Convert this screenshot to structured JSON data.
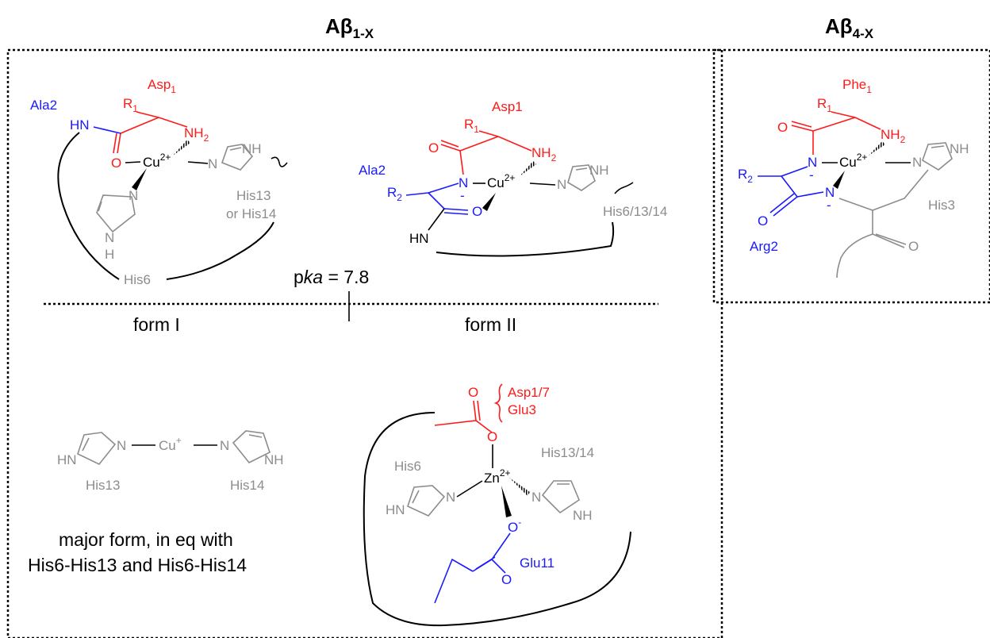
{
  "headings": {
    "left_title": "Aβ",
    "left_sub": "1-X",
    "right_title": "Aβ",
    "right_sub": "4-X"
  },
  "form1": {
    "asp": "Asp",
    "asp_sub": "1",
    "r1": "R",
    "r1_sub": "1",
    "ala": "Ala2",
    "hn": "HN",
    "o": "O",
    "nh2": "NH",
    "nh2_sub": "2",
    "cu": "Cu",
    "cu_charge": "2+",
    "imid_nh": "NH",
    "imid_n": "N",
    "imid2_n": "N",
    "imid2_nh": "N",
    "imid2_h": "H",
    "his13": "His13",
    "or_his14": "or His14",
    "his6": "His6"
  },
  "pka": {
    "p": "p",
    "ka": "ka",
    "value": " = 7.8"
  },
  "form_labels": {
    "form1": "form I",
    "form2": "form II"
  },
  "form2": {
    "asp": "Asp1",
    "r1": "R",
    "r1_sub": "1",
    "o": "O",
    "nh2": "NH",
    "nh2_sub": "2",
    "ala": "Ala2",
    "r2": "R",
    "r2_sub": "2",
    "n": "N",
    "minus": "-",
    "cu": "Cu",
    "cu_charge": "2+",
    "o2": "O",
    "hn": "HN",
    "imid_n": "N",
    "imid_nh": "NH",
    "his": "His6/13/14"
  },
  "ab4": {
    "phe": "Phe",
    "phe_sub": "1",
    "r1": "R",
    "r1_sub": "1",
    "o": "O",
    "nh2": "NH",
    "nh2_sub": "2",
    "n1": "N",
    "minus": "-",
    "cu": "Cu",
    "cu_charge": "2+",
    "imid_n": "N",
    "imid_nh": "NH",
    "r2": "R",
    "r2_sub": "2",
    "n2": "N",
    "o2": "O",
    "arg": "Arg2",
    "his3": "His3",
    "o3": "O"
  },
  "cu1": {
    "hn": "HN",
    "n1": "N",
    "cu": "Cu",
    "cu_charge": "+",
    "n2": "N",
    "nh": "NH",
    "his13": "His13",
    "his14": "His14"
  },
  "caption": {
    "line1": "major form, in eq with",
    "line2": "His6-His13 and His6-His14"
  },
  "zn": {
    "o_top": "O",
    "asp": "Asp1/7",
    "glu3": "Glu3",
    "o_mid": "O",
    "his6": "His6",
    "his1314": "His13/14",
    "zn": "Zn",
    "zn_charge": "2+",
    "hn": "HN",
    "n_left": "N",
    "n_right": "N",
    "nh_right": "NH",
    "o_minus": "O",
    "minus": "-",
    "o_bot": "O",
    "glu11": "Glu11"
  },
  "colors": {
    "red": "#ff1a1a",
    "blue": "#1a1aff",
    "gray": "#8c8c8c",
    "black": "#000000"
  }
}
